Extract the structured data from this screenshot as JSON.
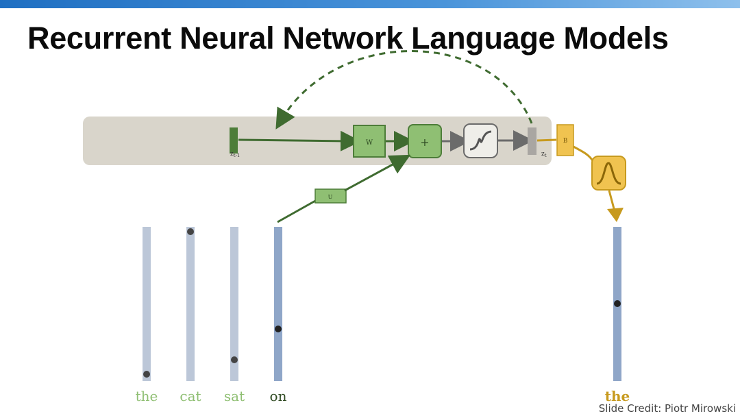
{
  "title": "Recurrent Neural Network Language Models",
  "credit": "Slide Credit: Piotr Mirowski",
  "colors": {
    "hidden_band": "#d9d5cb",
    "green_fill": "#8fbf73",
    "green_stroke": "#4d7d39",
    "dark_green": "#3f6b30",
    "gray_arrow": "#6b6b6b",
    "gold_fill": "#f0c350",
    "gold_stroke": "#c79a1e",
    "word_bar_light": "#bcc7d8",
    "word_bar_dark": "#8fa6c8",
    "dot": "#444444"
  },
  "diagram": {
    "z_prev_label": "z",
    "z_prev_sub": "t-1",
    "w_label": "W",
    "plus_label": "+",
    "sigmoid_icon": "sigmoid-curve-icon",
    "z_t_label": "z",
    "z_t_sub": "t",
    "u_label": "U",
    "b_label": "B",
    "gaussian_icon": "gaussian-curve-icon"
  },
  "inputs": [
    {
      "word": "the",
      "dot_level": 0.05,
      "active": false
    },
    {
      "word": "cat",
      "dot_level": 0.92,
      "active": false
    },
    {
      "word": "sat",
      "dot_level": 0.14,
      "active": false
    },
    {
      "word": "on",
      "dot_level": 0.34,
      "active": true
    }
  ],
  "output": {
    "word": "the",
    "dot_level": 0.5
  }
}
